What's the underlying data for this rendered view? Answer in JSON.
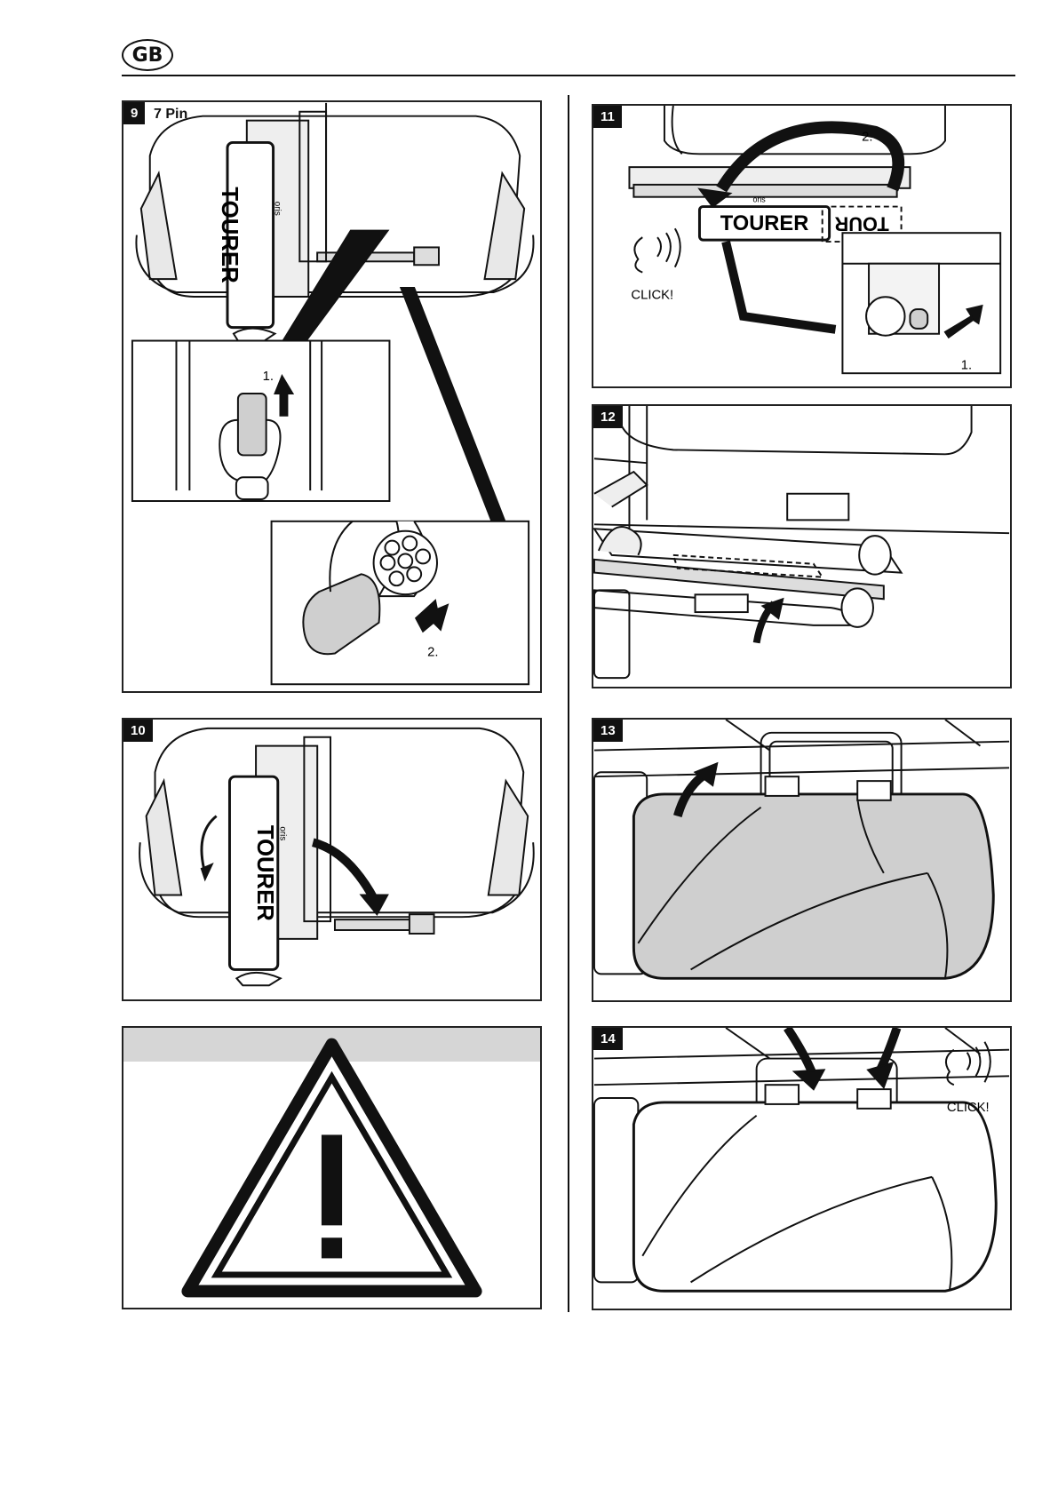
{
  "header": {
    "language_badge": "GB"
  },
  "panels": {
    "p9": {
      "number": "9",
      "pin_label": "7 Pin",
      "brand": "TOURER",
      "maker": "oris",
      "step1": "1.",
      "step2": "2."
    },
    "p10": {
      "number": "10",
      "brand": "TOURER",
      "maker": "oris"
    },
    "p11": {
      "number": "11",
      "brand": "TOURER",
      "brand_mirrored": "TOUR",
      "maker": "oris",
      "step1": "1.",
      "step2": "2.",
      "click": "CLICK!"
    },
    "p12": {
      "number": "12"
    },
    "p13": {
      "number": "13"
    },
    "p14": {
      "number": "14",
      "click": "CLICK!"
    }
  },
  "warning_box": {
    "icon": "warning-triangle-icon"
  },
  "colors": {
    "ink": "#111111",
    "grey_fill": "#cfcfcf",
    "header_bar": "#d6d6d6"
  }
}
